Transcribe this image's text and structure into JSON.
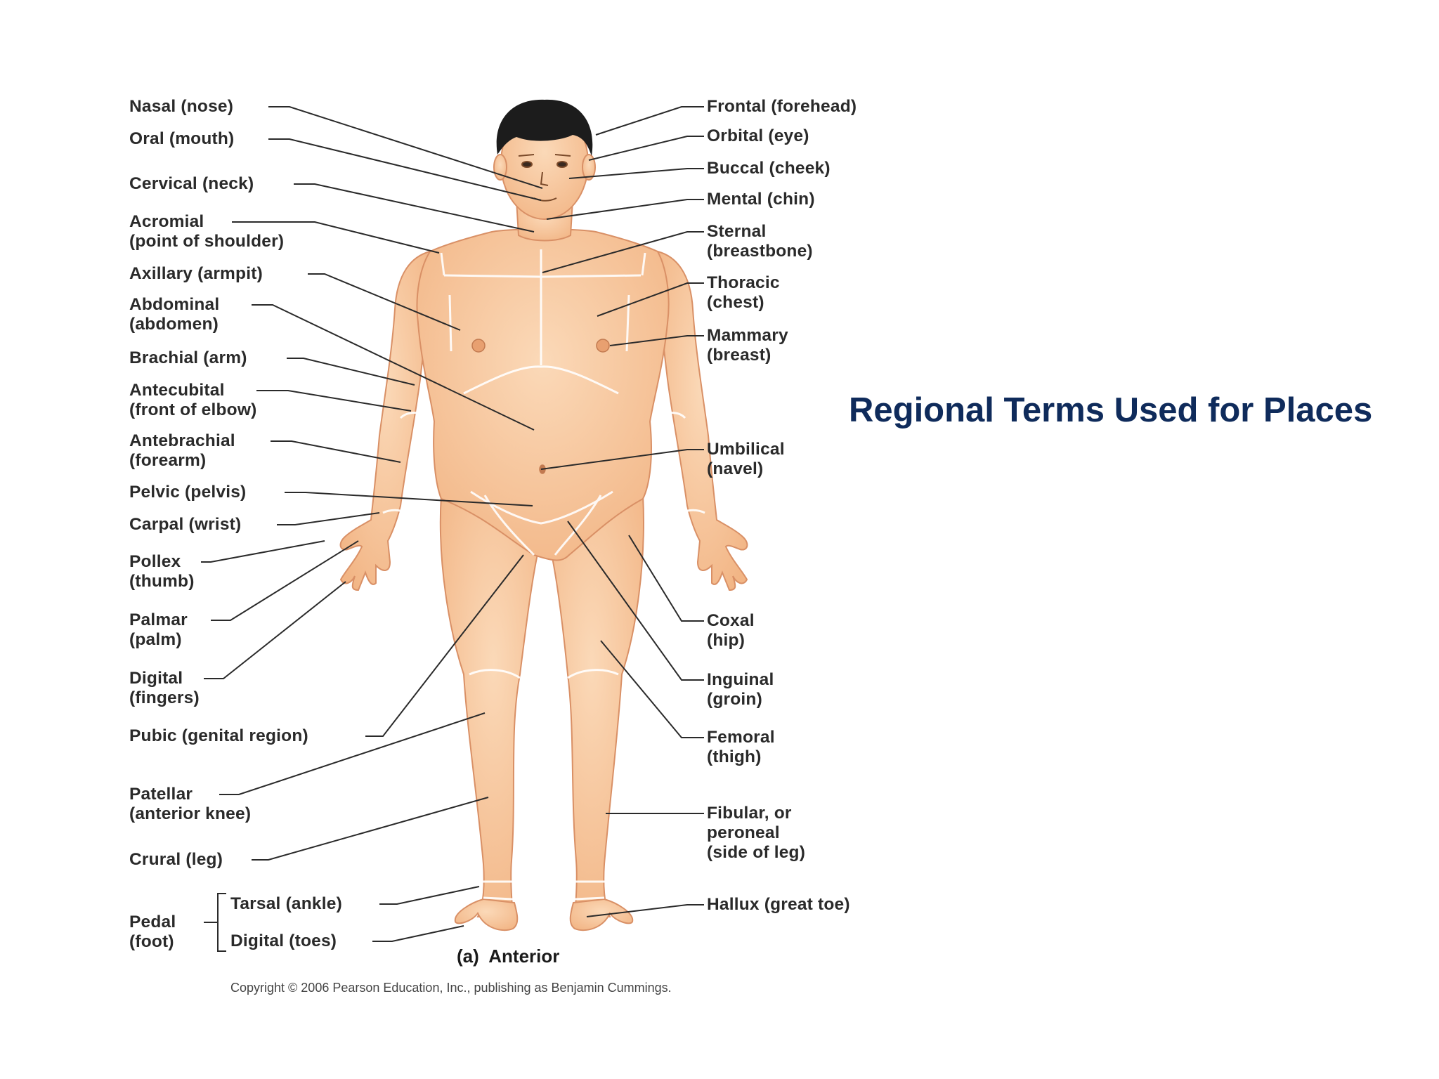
{
  "slide": {
    "title": "Regional Terms Used for Places"
  },
  "figure": {
    "caption": "(a)  Anterior",
    "copyright": "Copyright © 2006 Pearson Education, Inc., publishing as Benjamin Cummings."
  },
  "left_labels": {
    "nasal": "Nasal (nose)",
    "oral": "Oral (mouth)",
    "cervical": "Cervical (neck)",
    "acromial": "Acromial\n(point of shoulder)",
    "axillary": "Axillary (armpit)",
    "abdominal": "Abdominal\n(abdomen)",
    "brachial": "Brachial (arm)",
    "antecubital": "Antecubital\n(front of elbow)",
    "antebrachial": "Antebrachial\n(forearm)",
    "pelvic": "Pelvic (pelvis)",
    "carpal": "Carpal (wrist)",
    "pollex": "Pollex\n(thumb)",
    "palmar": "Palmar\n(palm)",
    "digital_fingers": "Digital\n(fingers)",
    "pubic": "Pubic (genital region)",
    "patellar": "Patellar\n(anterior knee)",
    "crural": "Crural (leg)",
    "pedal": "Pedal\n(foot)",
    "tarsal": "Tarsal (ankle)",
    "digital_toes": "Digital (toes)"
  },
  "right_labels": {
    "frontal": "Frontal (forehead)",
    "orbital": "Orbital (eye)",
    "buccal": "Buccal (cheek)",
    "mental": "Mental (chin)",
    "sternal": "Sternal\n(breastbone)",
    "thoracic": "Thoracic\n(chest)",
    "mammary": "Mammary\n(breast)",
    "umbilical": "Umbilical\n(navel)",
    "coxal": "Coxal\n(hip)",
    "inguinal": "Inguinal\n(groin)",
    "femoral": "Femoral\n(thigh)",
    "fibular": "Fibular, or\nperoneal\n(side of leg)",
    "hallux": "Hallux (great toe)"
  },
  "colors": {
    "title": "#0f2b5b",
    "skin": "#f6c59a",
    "skin_outline": "#d99066",
    "region_lines": "#ffffff",
    "hair": "#1c1c1c",
    "leader_lines": "#2a2a2a"
  }
}
